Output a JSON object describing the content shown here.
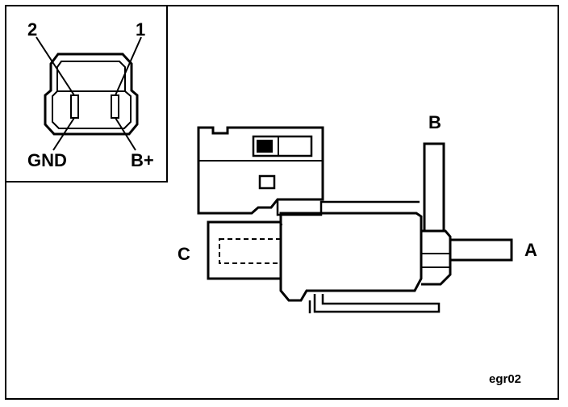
{
  "connector_inset": {
    "pin_labels": {
      "pin2": "2",
      "pin1": "1"
    },
    "terminal_labels": {
      "gnd": "GND",
      "bplus": "B+"
    }
  },
  "solenoid": {
    "port_labels": {
      "a": "A",
      "b": "B",
      "c": "C"
    }
  },
  "figure_id": "egr02",
  "colors": {
    "line": "#000000",
    "background": "#ffffff"
  }
}
